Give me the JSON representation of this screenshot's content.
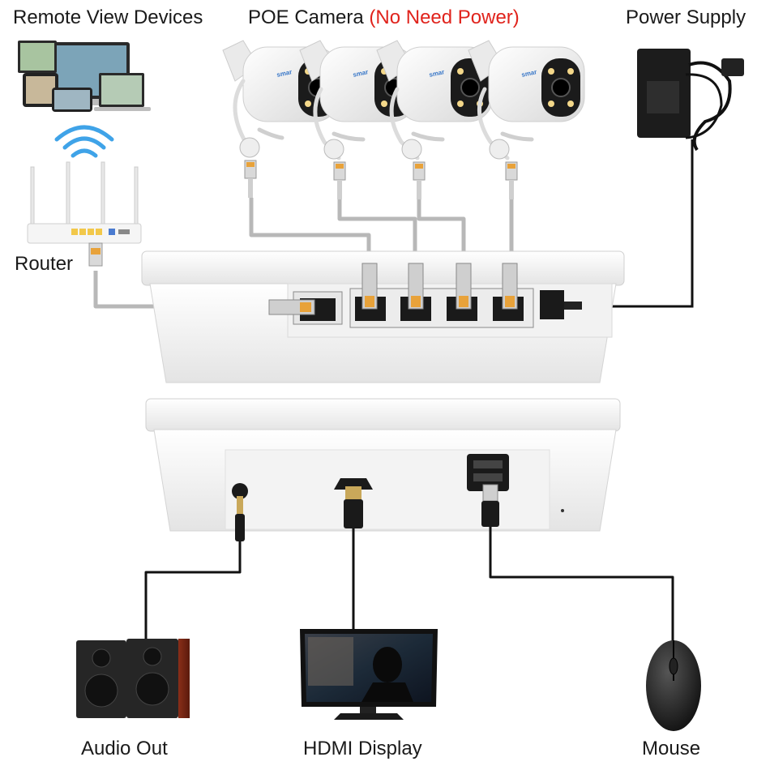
{
  "labels": {
    "remote_view": "Remote View Devices",
    "poe_camera": "POE Camera",
    "poe_note": "(No Need Power)",
    "power_supply": "Power Supply",
    "router": "Router",
    "audio_out": "Audio Out",
    "hdmi_display": "HDMI Display",
    "mouse": "Mouse"
  },
  "camera_brand": "smar",
  "colors": {
    "accent_red": "#e0231c",
    "cable_gray": "#b8b8b8",
    "cable_black": "#111111",
    "rj45_orange": "#e8a23a"
  },
  "icons": [
    "laptop-icon",
    "wifi-icon",
    "router-icon",
    "camera-icon",
    "power-adapter-icon",
    "nvr-icon",
    "speaker-icon",
    "monitor-icon",
    "mouse-icon"
  ]
}
